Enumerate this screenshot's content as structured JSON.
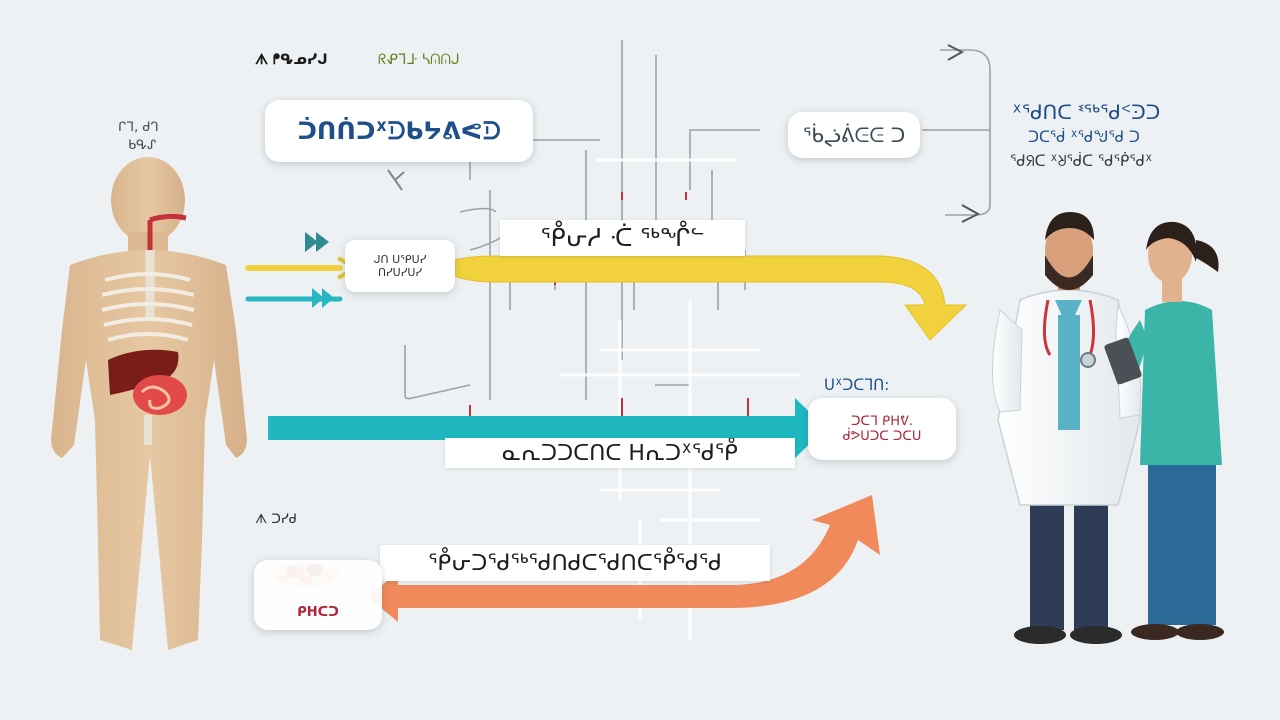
{
  "colors": {
    "background": "#edf1f3",
    "yellow_arrow": "#f2d23c",
    "teal_arrow": "#1fb8c0",
    "orange_arrow": "#f08a5a",
    "body": "#e2c29d",
    "navy_text": "#1f4f8a",
    "red_text": "#b0263a"
  },
  "legend": {
    "primary": "ᗑ ᖰᕴᓄᓰᒍ",
    "secondary": "ᖇᕵᒣᒳ ᓴᕬᕬᒍ"
  },
  "body_label": {
    "line1": "ᒋᒣ, ᑰᒉ",
    "line2": "ᑲᕴᔑ"
  },
  "title_card": "ᑑᑎᑏᑐᕽᑓᑲᔭᕕᕙᑓ",
  "top_right_card": "ᖄᖣᕖᕮᕮ ᑐ",
  "right_header": {
    "line1": "ᕁᖁᑎᑕ ᓫᖅᖁᑉᑔᑐ",
    "line2": "ᑐᑕᖂ ᕽᖁᖑᖁ ᑐ",
    "line3": "ᖁᖆᑕ ᕽᖈᖂᑕ ᖁᖀᖁᕽ"
  },
  "input_box": {
    "line1": "ᒍᑎ ᑌᕿᑌᓯ",
    "line2": "ᑎᓯᑌᓯᑌᓯ"
  },
  "yellow_banner": "ᕾᕂᓱ ᑣ ᖅᖎᓪ",
  "teal_banner": "ᓇᕆᑐᑐᑕᑎᑕ ᕼᕆᑐᕁᖁᕾ",
  "result_card": {
    "line1": "ᑌᕽᑐᑕᒣᑎ:",
    "line2": "ᑐᑕᒣ ᑭᕼᕓ.",
    "line3": "ᑰᕗᑌᑐᑕ ᑐᑕᑌ"
  },
  "bottom_legend": "ᗑ ᑐᓯᑯ",
  "orange_banner": "ᕾᕂᑐᖁᖅᖁᑎᑯᑕᖁᑎᑕᕾᖁᖁ",
  "food_card": "ᑭᕼᑕᑐ"
}
